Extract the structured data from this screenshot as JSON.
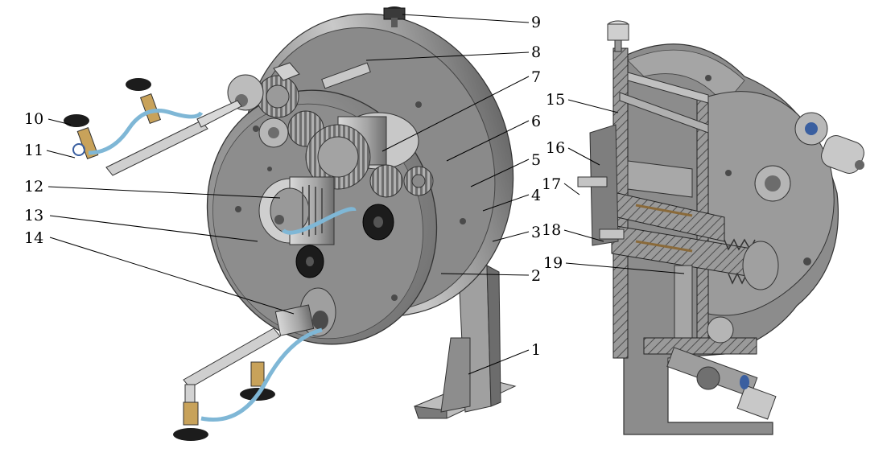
{
  "figure": {
    "callouts": [
      {
        "label": "1"
      },
      {
        "label": "2"
      },
      {
        "label": "3"
      },
      {
        "label": "4"
      },
      {
        "label": "5"
      },
      {
        "label": "6"
      },
      {
        "label": "7"
      },
      {
        "label": "8"
      },
      {
        "label": "9"
      },
      {
        "label": "10"
      },
      {
        "label": "11"
      },
      {
        "label": "12"
      },
      {
        "label": "13"
      },
      {
        "label": "14"
      },
      {
        "label": "15"
      },
      {
        "label": "16"
      },
      {
        "label": "17"
      },
      {
        "label": "18"
      },
      {
        "label": "19"
      }
    ]
  },
  "colors": {
    "body_gray": "#8f8f8f",
    "dark_gray": "#5e5e5e",
    "light_gray": "#bdbdbd",
    "black_part": "#1c1c1c",
    "brass": "#c8a25a",
    "hose_blue": "#7fb7d6",
    "hatch_brown": "#8a6a3a"
  }
}
